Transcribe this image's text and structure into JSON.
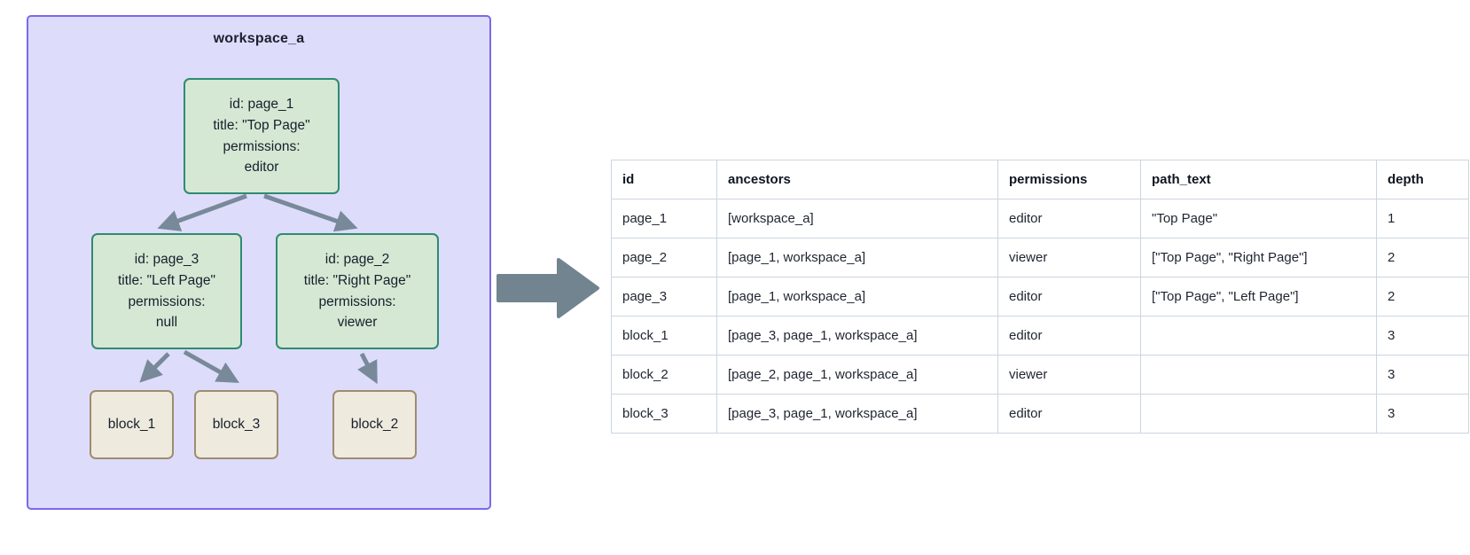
{
  "workspace": {
    "title": "workspace_a",
    "fill_color": "#DEDCFB",
    "border_color": "#7A68EE",
    "nodes": {
      "page_1": {
        "line1": "id: page_1",
        "line2": "title: \"Top Page\"",
        "line3": "permissions:",
        "line4": "editor"
      },
      "page_3": {
        "line1": "id: page_3",
        "line2": "title: \"Left Page\"",
        "line3": "permissions:",
        "line4": "null"
      },
      "page_2": {
        "line1": "id: page_2",
        "line2": "title: \"Right Page\"",
        "line3": "permissions:",
        "line4": "viewer"
      },
      "block_1": {
        "label": "block_1"
      },
      "block_3": {
        "label": "block_3"
      },
      "block_2": {
        "label": "block_2"
      }
    },
    "node_page_fill": "#D5E8D4",
    "node_page_border": "#2E8B70",
    "node_block_fill": "#EFEADE",
    "node_block_border": "#9E8C70",
    "edge_color": "#78899A"
  },
  "flow": {
    "arrow_icon": "right-arrow-icon",
    "arrow_color": "#71848F"
  },
  "table": {
    "columns": [
      "id",
      "ancestors",
      "permissions",
      "path_text",
      "depth"
    ],
    "border_color": "#CBD5DF",
    "rows": [
      {
        "id": "page_1",
        "ancestors": "[workspace_a]",
        "permissions": "editor",
        "path_text": "\"Top Page\"",
        "depth": "1"
      },
      {
        "id": "page_2",
        "ancestors": "[page_1, workspace_a]",
        "permissions": "viewer",
        "path_text": "[\"Top Page\", \"Right Page\"]",
        "depth": "2"
      },
      {
        "id": "page_3",
        "ancestors": "[page_1, workspace_a]",
        "permissions": "editor",
        "path_text": "[\"Top Page\", \"Left Page\"]",
        "depth": "2"
      },
      {
        "id": "block_1",
        "ancestors": "[page_3, page_1, workspace_a]",
        "permissions": "editor",
        "path_text": "",
        "depth": "3"
      },
      {
        "id": "block_2",
        "ancestors": "[page_2, page_1, workspace_a]",
        "permissions": "viewer",
        "path_text": "",
        "depth": "3"
      },
      {
        "id": "block_3",
        "ancestors": "[page_3, page_1, workspace_a]",
        "permissions": "editor",
        "path_text": "",
        "depth": "3"
      }
    ]
  }
}
